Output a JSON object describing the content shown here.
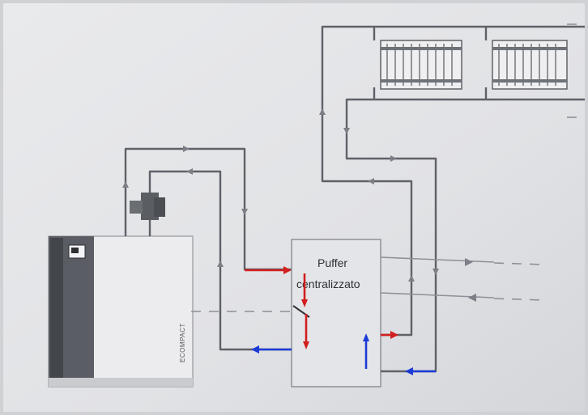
{
  "diagram": {
    "tank_label_line1": "Puffer",
    "tank_label_line2": "centralizzato",
    "boiler_brand": "ECOMPACT"
  },
  "colors": {
    "pipe": "#5f6168",
    "hot_flow": "#d21f1f",
    "cold_flow": "#1c3bd6",
    "paper": "#e7e8ea",
    "background": "#d6d8dc"
  },
  "icons": [
    "boiler-icon",
    "radiator-icon",
    "valve-icon",
    "flow-arrow-icon"
  ]
}
